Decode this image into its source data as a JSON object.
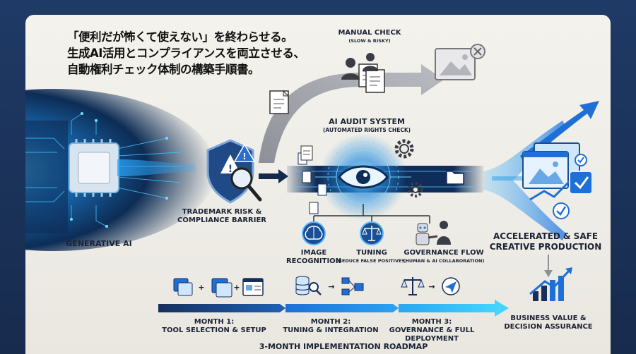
{
  "headline": {
    "line1": "「便利だが怖くて使えない」を終わらせる。",
    "line2": "生成AI活用とコンプライアンスを両立させる、",
    "line3": "自動権利チェック体制の構築手順書。"
  },
  "manual_check": {
    "title": "MANUAL CHECK",
    "subtitle": "(SLOW & RISKY)"
  },
  "audit_system": {
    "title": "AI AUDIT SYSTEM",
    "subtitle": "(AUTOMATED RIGHTS CHECK)"
  },
  "trademark": {
    "line1": "TRADEMARK RISK &",
    "line2": "COMPLIANCE BARRIER"
  },
  "generative_ai": "GENERATIVE AI",
  "accelerated": {
    "line1": "ACCELERATED & SAFE",
    "line2": "CREATIVE PRODUCTION"
  },
  "modules": {
    "image": {
      "line1": "IMAGE",
      "line2": "RECOGNITION"
    },
    "tuning": {
      "title": "TUNING",
      "subtitle": "(REDUCE FALSE POSITIVES)"
    },
    "governance": {
      "title": "GOVERNANCE FLOW",
      "subtitle": "(HUMAN & AI COLLABORATION)"
    }
  },
  "roadmap": {
    "title": "3-MONTH IMPLEMENTATION ROADMAP",
    "month1": {
      "line1": "MONTH 1:",
      "line2": "TOOL SELECTION & SETUP"
    },
    "month2": {
      "line1": "MONTH 2:",
      "line2": "TUNING & INTEGRATION"
    },
    "month3": {
      "line1": "MONTH 3:",
      "line2": "GOVERNANCE & FULL",
      "line3": "DEPLOYMENT"
    },
    "symbols": {
      "plus": "+",
      "arrow": "→"
    }
  },
  "business": {
    "line1": "BUSINESS VALUE &",
    "line2": "DECISION ASSURANCE"
  },
  "icons": [
    "cpu-chip-icon",
    "shield-alert-icon",
    "magnifier-icon",
    "document-icon",
    "people-icon",
    "image-rejected-icon",
    "eye-icon",
    "gear-icon",
    "folder-icon",
    "brain-icon",
    "scales-icon",
    "robot-handshake-icon",
    "image-window-icon",
    "checkmark-icon",
    "growth-chart-icon",
    "database-icon",
    "paper-plane-icon"
  ],
  "colors": {
    "accent": "#1e6fd6",
    "glow": "#28b8ff",
    "navy": "#1a2f58",
    "text": "#111111"
  }
}
